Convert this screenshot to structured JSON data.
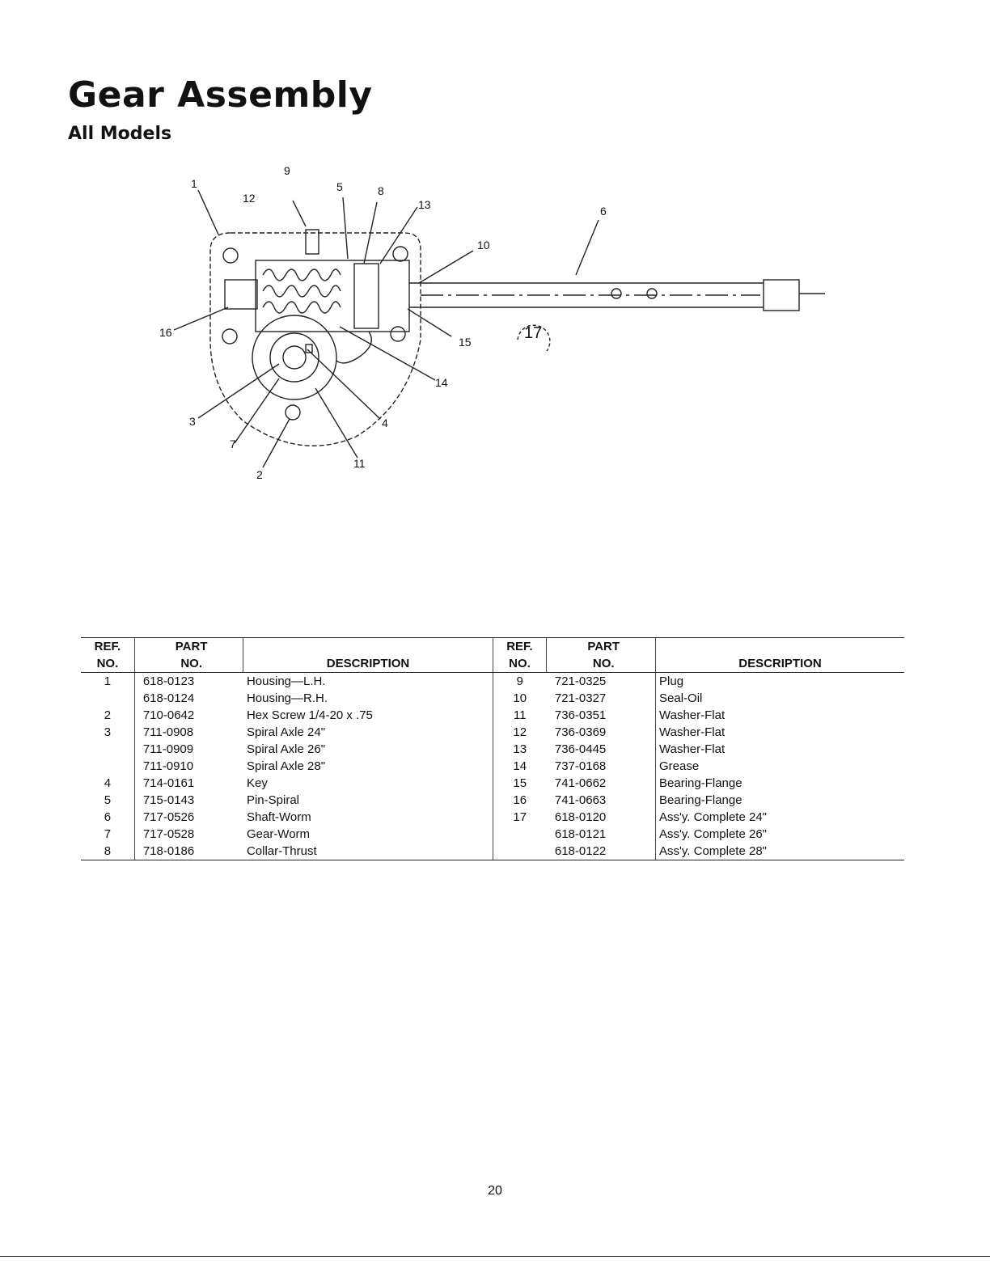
{
  "page": {
    "title": "Gear Assembly",
    "subtitle": "All Models",
    "page_number": "20"
  },
  "diagram": {
    "callouts": [
      "1",
      "2",
      "3",
      "4",
      "5",
      "6",
      "7",
      "8",
      "9",
      "10",
      "11",
      "12",
      "13",
      "14",
      "15",
      "16",
      "17"
    ]
  },
  "table": {
    "headers": {
      "ref_top": "REF.",
      "ref_bottom": "NO.",
      "part_top": "PART",
      "part_bottom": "NO.",
      "description": "DESCRIPTION"
    },
    "rows": [
      {
        "l_ref": "1",
        "l_part": "618-0123",
        "l_desc": "Housing—L.H.",
        "r_ref": "9",
        "r_part": "721-0325",
        "r_desc": "Plug"
      },
      {
        "l_ref": "",
        "l_part": "618-0124",
        "l_desc": "Housing—R.H.",
        "r_ref": "10",
        "r_part": "721-0327",
        "r_desc": "Seal-Oil"
      },
      {
        "l_ref": "2",
        "l_part": "710-0642",
        "l_desc": "Hex Screw 1/4-20 x .75",
        "r_ref": "11",
        "r_part": "736-0351",
        "r_desc": "Washer-Flat"
      },
      {
        "l_ref": "3",
        "l_part": "711-0908",
        "l_desc": "Spiral Axle 24\"",
        "r_ref": "12",
        "r_part": "736-0369",
        "r_desc": "Washer-Flat"
      },
      {
        "l_ref": "",
        "l_part": "711-0909",
        "l_desc": "Spiral Axle 26\"",
        "r_ref": "13",
        "r_part": "736-0445",
        "r_desc": "Washer-Flat"
      },
      {
        "l_ref": "",
        "l_part": "711-0910",
        "l_desc": "Spiral Axle 28\"",
        "r_ref": "14",
        "r_part": "737-0168",
        "r_desc": "Grease"
      },
      {
        "l_ref": "4",
        "l_part": "714-0161",
        "l_desc": "Key",
        "r_ref": "15",
        "r_part": "741-0662",
        "r_desc": "Bearing-Flange"
      },
      {
        "l_ref": "5",
        "l_part": "715-0143",
        "l_desc": "Pin-Spiral",
        "r_ref": "16",
        "r_part": "741-0663",
        "r_desc": "Bearing-Flange"
      },
      {
        "l_ref": "6",
        "l_part": "717-0526",
        "l_desc": "Shaft-Worm",
        "r_ref": "17",
        "r_part": "618-0120",
        "r_desc": "Ass'y. Complete 24\""
      },
      {
        "l_ref": "7",
        "l_part": "717-0528",
        "l_desc": "Gear-Worm",
        "r_ref": "",
        "r_part": "618-0121",
        "r_desc": "Ass'y. Complete 26\""
      },
      {
        "l_ref": "8",
        "l_part": "718-0186",
        "l_desc": "Collar-Thrust",
        "r_ref": "",
        "r_part": "618-0122",
        "r_desc": "Ass'y. Complete 28\""
      }
    ]
  }
}
